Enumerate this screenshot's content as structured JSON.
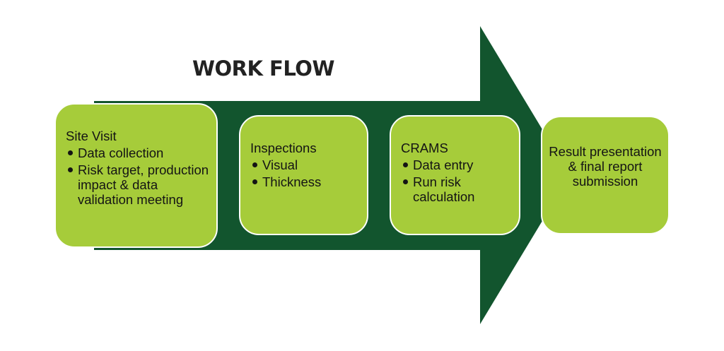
{
  "title": "WORK FLOW",
  "colors": {
    "arrow": "#12552E",
    "box_fill": "#A6CC3A",
    "box_border": "#FFFFFF",
    "text": "#141414",
    "title_text": "#222222",
    "background": "#FFFFFF"
  },
  "steps": [
    {
      "heading": "Site Visit",
      "bullets": [
        "Data collection",
        "Risk target, production impact & data validation meeting"
      ]
    },
    {
      "heading": "Inspections",
      "bullets": [
        "Visual",
        "Thickness"
      ]
    },
    {
      "heading": "CRAMS",
      "bullets": [
        "Data entry",
        "Run risk calculation"
      ]
    },
    {
      "heading": "Result presentation & final report submission",
      "bullets": []
    }
  ]
}
